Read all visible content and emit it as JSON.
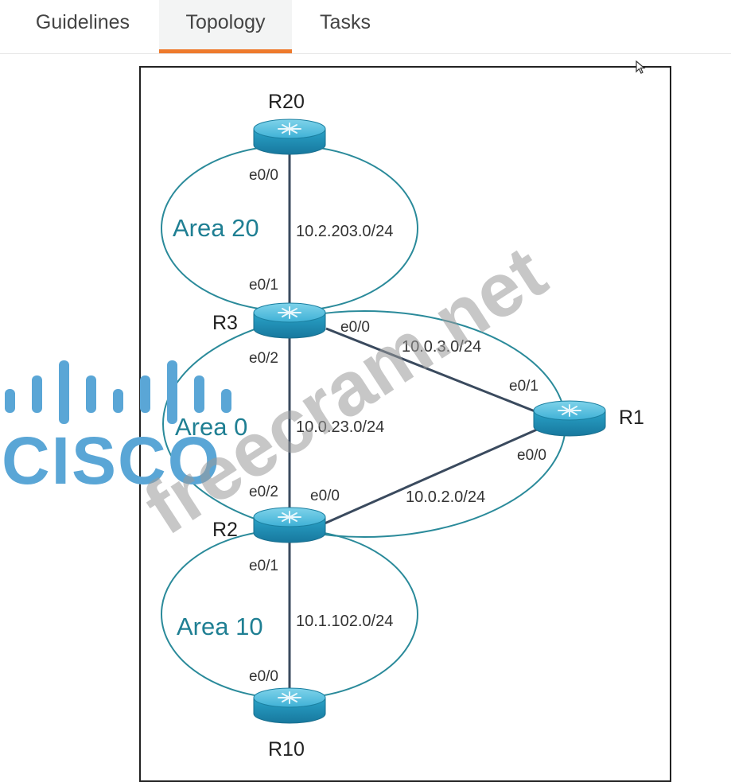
{
  "tabs": [
    {
      "id": "guidelines",
      "label": "Guidelines",
      "active": false
    },
    {
      "id": "topology",
      "label": "Topology",
      "active": true
    },
    {
      "id": "tasks",
      "label": "Tasks",
      "active": false
    }
  ],
  "colors": {
    "active_tab_underline": "#ee7a2c",
    "area_text": "#1f7f93",
    "router_fill": "#2aa3c8",
    "watermark_cisco": "#5aa6d6"
  },
  "diagram": {
    "routers": {
      "r20": "R20",
      "r3": "R3",
      "r1": "R1",
      "r2": "R2",
      "r10": "R10"
    },
    "areas": {
      "area20": "Area 20",
      "area0": "Area 0",
      "area10": "Area 10"
    },
    "networks": {
      "r20_r3": "10.2.203.0/24",
      "r3_r1": "10.0.3.0/24",
      "r3_r2": "10.0.23.0/24",
      "r2_r1": "10.0.2.0/24",
      "r2_r10": "10.1.102.0/24"
    },
    "interfaces": {
      "r20_e00": "e0/0",
      "r3_e01": "e0/1",
      "r3_e00": "e0/0",
      "r3_e02": "e0/2",
      "r1_e01": "e0/1",
      "r1_e00": "e0/0",
      "r2_e02": "e0/2",
      "r2_e00": "e0/0",
      "r2_e01": "e0/1",
      "r10_e00": "e0/0"
    }
  },
  "watermarks": {
    "cisco": "CISCO",
    "site": "freecram.net"
  }
}
